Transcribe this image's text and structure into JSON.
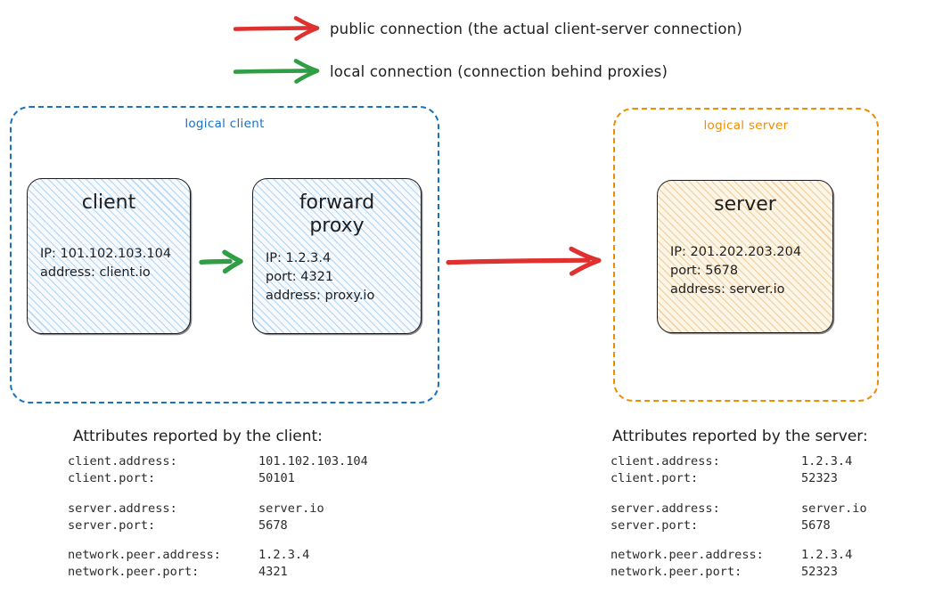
{
  "legend": {
    "items": [
      {
        "icon": "arrow-right-icon",
        "color": "#e03131",
        "label": "public connection (the actual client-server connection)"
      },
      {
        "icon": "arrow-right-icon",
        "color": "#2f9e44",
        "label": "local connection (connection behind proxies)"
      }
    ]
  },
  "groups": {
    "client": {
      "label": "logical client",
      "color": "#1971c2"
    },
    "server": {
      "label": "logical server",
      "color": "#f08c00"
    }
  },
  "nodes": {
    "client": {
      "title": "client",
      "lines": [
        "IP: 101.102.103.104",
        "address: client.io"
      ]
    },
    "proxy": {
      "title_line1": "forward",
      "title_line2": "proxy",
      "lines": [
        "IP: 1.2.3.4",
        "port: 4321",
        "address: proxy.io"
      ]
    },
    "server": {
      "title": "server",
      "lines": [
        "IP: 201.202.203.204",
        "port: 5678",
        "address: server.io"
      ]
    }
  },
  "arrows": {
    "local": {
      "name": "local-connection-arrow",
      "color": "#2f9e44"
    },
    "public": {
      "name": "public-connection-arrow",
      "color": "#e03131"
    }
  },
  "attributes": {
    "client": {
      "heading": "Attributes reported by the client:",
      "groups": [
        [
          {
            "key": "client.address:",
            "value": "101.102.103.104"
          },
          {
            "key": "client.port:",
            "value": "50101"
          }
        ],
        [
          {
            "key": "server.address:",
            "value": "server.io"
          },
          {
            "key": "server.port:",
            "value": "5678"
          }
        ],
        [
          {
            "key": "network.peer.address:",
            "value": "1.2.3.4"
          },
          {
            "key": "network.peer.port:",
            "value": "4321"
          }
        ]
      ]
    },
    "server": {
      "heading": "Attributes reported by the server:",
      "groups": [
        [
          {
            "key": "client.address:",
            "value": "1.2.3.4"
          },
          {
            "key": "client.port:",
            "value": "52323"
          }
        ],
        [
          {
            "key": "server.address:",
            "value": "server.io"
          },
          {
            "key": "server.port:",
            "value": "5678"
          }
        ],
        [
          {
            "key": "network.peer.address:",
            "value": "1.2.3.4"
          },
          {
            "key": "network.peer.port:",
            "value": "52323"
          }
        ]
      ]
    }
  }
}
